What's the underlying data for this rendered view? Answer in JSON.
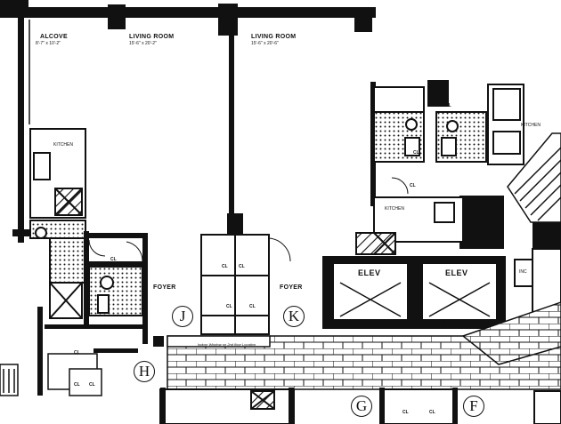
{
  "rooms": {
    "alcove": {
      "name": "ALCOVE",
      "dims": "8'-7\" x 10'-2\""
    },
    "living_room_left": {
      "name": "LIVING ROOM",
      "dims": "15'-6\" x 20'-2\""
    },
    "living_room_right": {
      "name": "LIVING ROOM",
      "dims": "15'-6\" x 20'-6\""
    },
    "kitchen_left": "KITCHEN",
    "kitchen_center": "KITCHEN",
    "kitchen_right": "KITCHEN",
    "foyer_left": "FOYER",
    "foyer_right": "FOYER",
    "elevator_left": "ELEV",
    "elevator_right": "ELEV",
    "incinerator": "INC"
  },
  "closets": [
    "CL",
    "CL",
    "CL",
    "CL",
    "CL",
    "CL",
    "CL",
    "CL",
    "CL",
    "CL",
    "CL",
    "CL",
    "CL",
    "CL"
  ],
  "units": {
    "j": "J",
    "k": "K",
    "h": "H",
    "g": "G",
    "f": "F"
  },
  "note": "Indoor Window on 2nd floor Location",
  "colors": {
    "ink": "#111111",
    "paper": "#ffffff"
  }
}
